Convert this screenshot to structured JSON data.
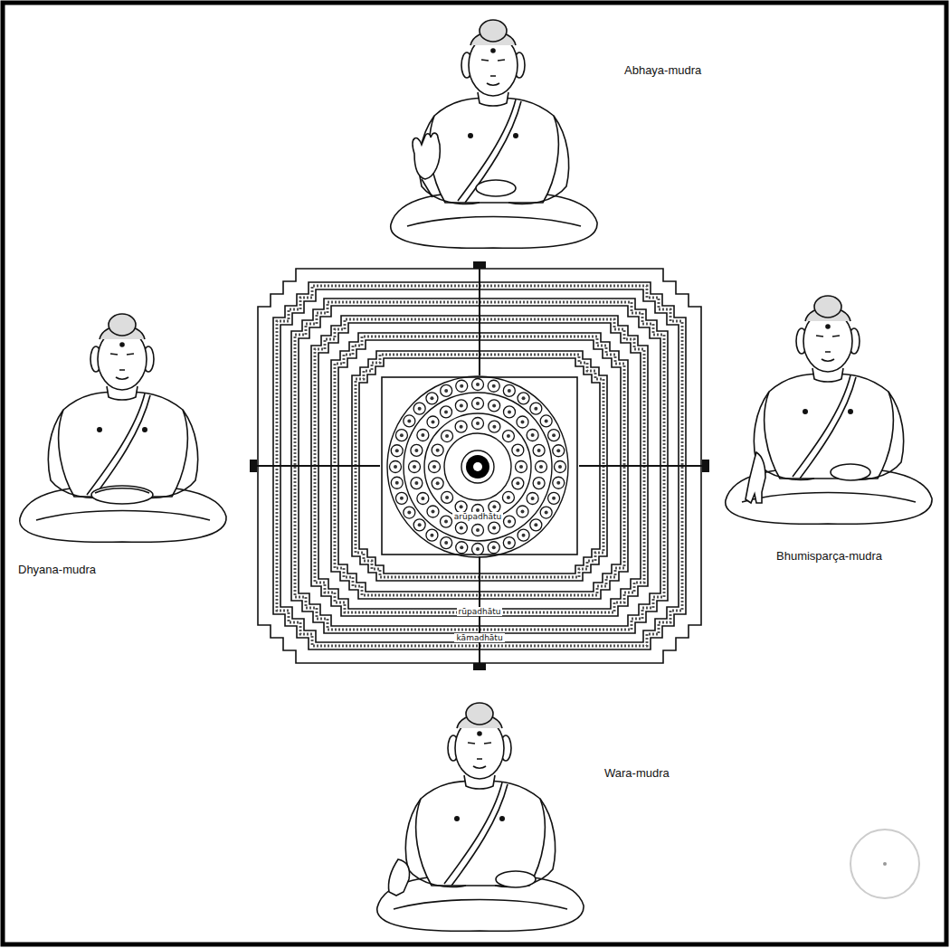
{
  "diagram": {
    "labels": [
      "Abhaya-mudra",
      "arūpadhātu",
      "rūpadhātu",
      "kāmadhātu",
      "Dhyana-mudra",
      "Bhumisparça-mudra",
      "Wara-mudra"
    ]
  }
}
